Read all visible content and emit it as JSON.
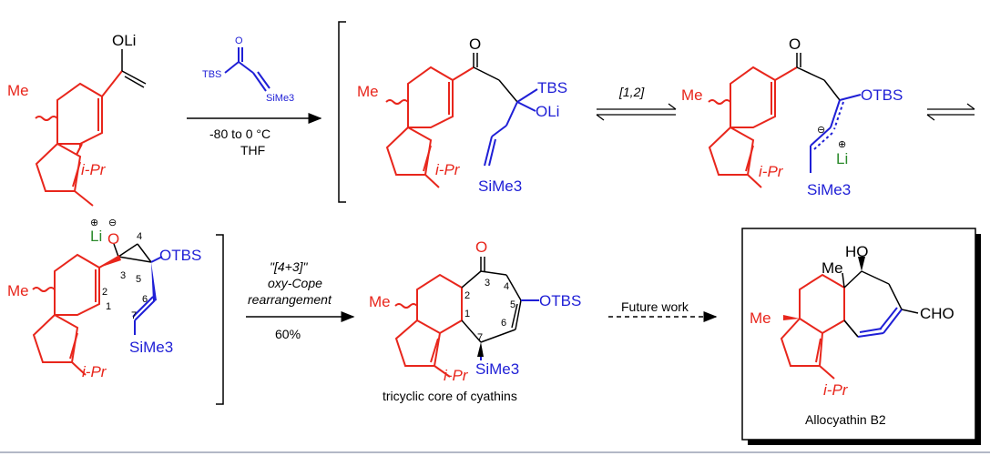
{
  "reagent": {
    "tbs": "TBS",
    "o": "O",
    "sime3": "SiMe3"
  },
  "conditions1": {
    "line1": "-80 to 0 °C",
    "line2": "THF"
  },
  "mol1": {
    "oli": "OLi",
    "me": "Me",
    "ipr": "i-Pr"
  },
  "mol2": {
    "o": "O",
    "tbs": "TBS",
    "oli": "OLi",
    "me": "Me",
    "ipr": "i-Pr",
    "sime3": "SiMe3"
  },
  "step12": "[1,2]",
  "mol3": {
    "o": "O",
    "otbs": "OTBS",
    "me": "Me",
    "li": "Li",
    "ipr": "i-Pr",
    "sime3": "SiMe3",
    "minus": "⊖",
    "plus": "⊕"
  },
  "mol4": {
    "li": "Li",
    "o": "O",
    "otbs": "OTBS",
    "me": "Me",
    "ipr": "i-Pr",
    "sime3": "SiMe3",
    "plus": "⊕",
    "minus": "⊖",
    "numbers": [
      "1",
      "2",
      "3",
      "4",
      "5",
      "6",
      "7"
    ]
  },
  "conditions2": {
    "line1": "\"[4+3]\"",
    "line2": "oxy-Cope",
    "line3": "rearrangement",
    "line4": "60%"
  },
  "mol5": {
    "o": "O",
    "otbs": "OTBS",
    "me": "Me",
    "ipr": "i-Pr",
    "sime3": "SiMe3",
    "numbers": [
      "1",
      "2",
      "3",
      "4",
      "5",
      "6",
      "7"
    ],
    "caption": "tricyclic core of cyathins"
  },
  "future": "Future work",
  "mol6": {
    "ho": "HO",
    "me_top": "Me",
    "me": "Me",
    "cho": "CHO",
    "ipr": "i-Pr",
    "caption": "Allocyathin B2"
  }
}
